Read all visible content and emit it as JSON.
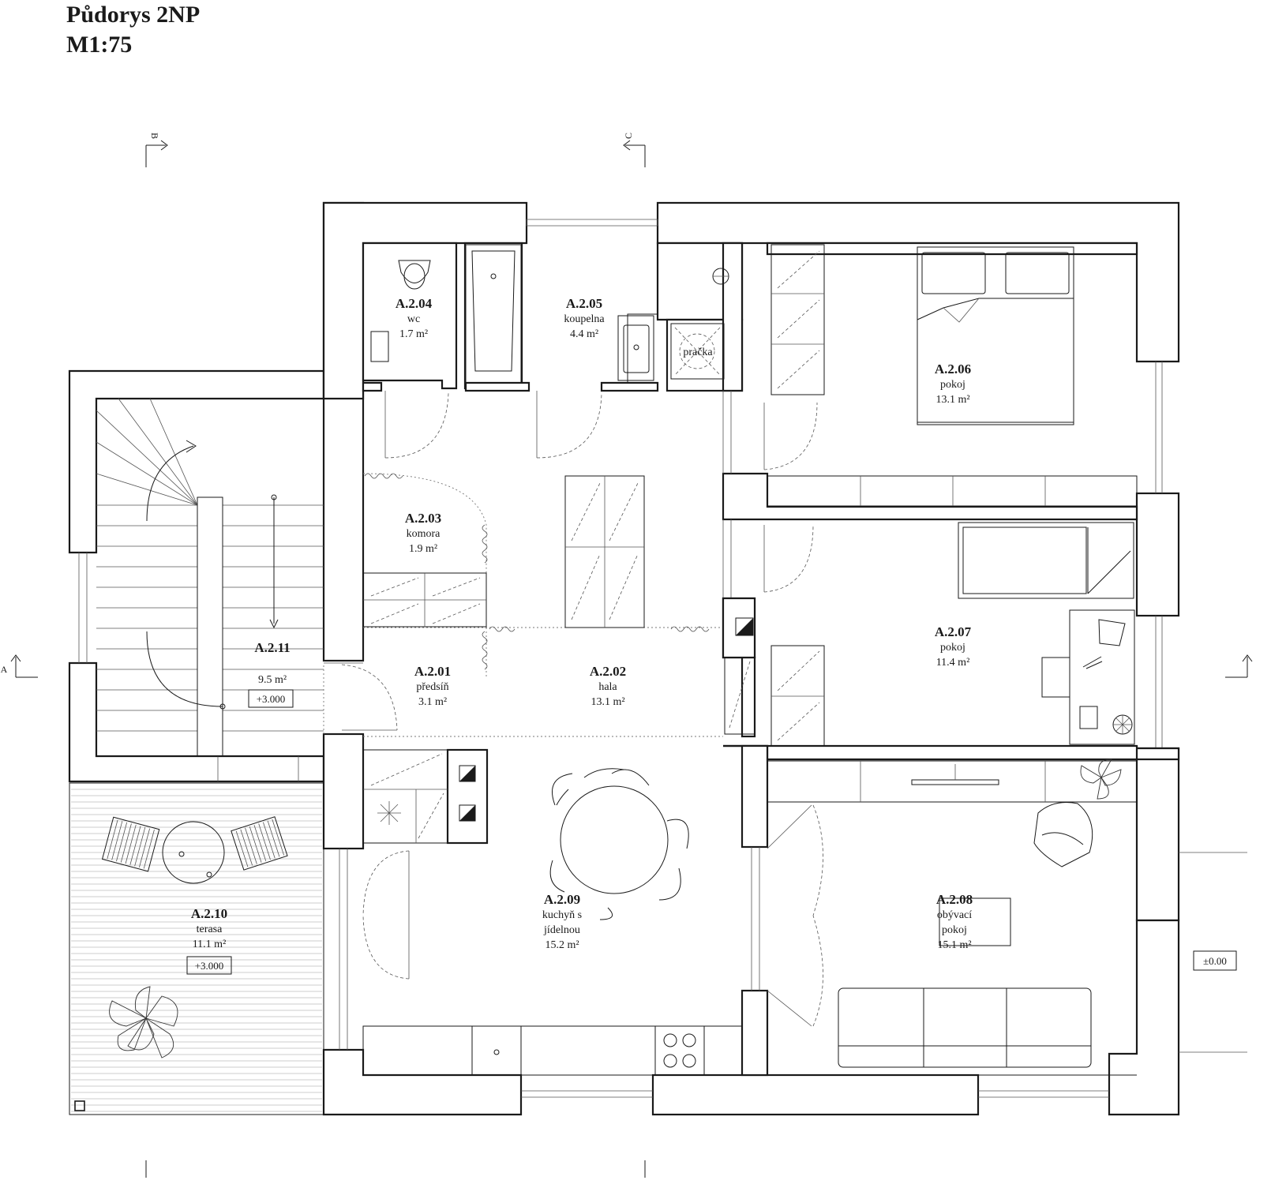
{
  "title": {
    "line1": "Půdorys 2NP",
    "line2": "M1:75"
  },
  "section_marks": {
    "b": "B",
    "c": "C",
    "a": "A"
  },
  "external_level": "±0.00",
  "rooms": [
    {
      "id": "A.2.01",
      "name": "předsíň",
      "area": "3.1 m²"
    },
    {
      "id": "A.2.02",
      "name": "hala",
      "area": "13.1 m²"
    },
    {
      "id": "A.2.03",
      "name": "komora",
      "area": "1.9 m²"
    },
    {
      "id": "A.2.04",
      "name": "wc",
      "area": "1.7 m²"
    },
    {
      "id": "A.2.05",
      "name": "koupelna",
      "area": "4.4 m²"
    },
    {
      "id": "A.2.06",
      "name": "pokoj",
      "area": "13.1 m²"
    },
    {
      "id": "A.2.07",
      "name": "pokoj",
      "area": "11.4 m²"
    },
    {
      "id": "A.2.08",
      "name": "obývací",
      "name2": "pokoj",
      "area": "15.1 m²"
    },
    {
      "id": "A.2.09",
      "name": "kuchyň s",
      "name2": "jídelnou",
      "area": "15.2 m²"
    },
    {
      "id": "A.2.10",
      "name": "terasa",
      "area": "11.1 m²",
      "level": "+3.000"
    },
    {
      "id": "A.2.11",
      "area": "9.5 m²",
      "level": "+3.000"
    }
  ],
  "fixtures": {
    "washer": "pračka"
  }
}
